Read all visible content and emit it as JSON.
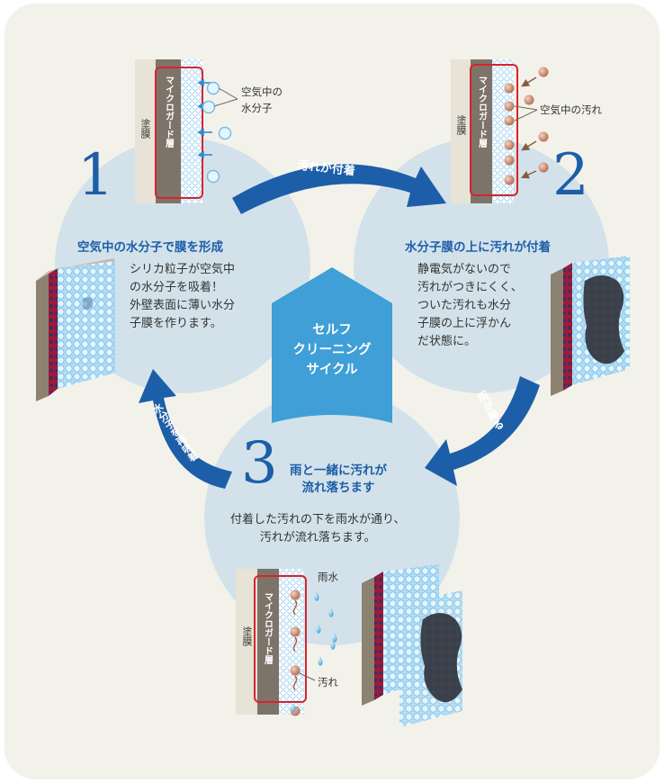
{
  "cycle": {
    "center_label": "セルフ\nクリーニング\nサイクル",
    "arrows": {
      "top": "汚れが付着",
      "right": "雨が降る",
      "left": "水分子を再吸着"
    }
  },
  "steps": [
    {
      "number": "1",
      "title": "空気中の水分子で膜を形成",
      "description": "シリカ粒子が空気中\nの水分子を吸着！\n外壁表面に薄い水分\n子膜を作ります。",
      "layer_labels": {
        "coating": "塗膜",
        "guard": "マイクロガード層"
      },
      "callout": "空気中の\n水分子"
    },
    {
      "number": "2",
      "title": "水分子膜の上に汚れが付着",
      "description": "静電気がないので\n汚れがつきにくく、\nついた汚れも水分\n子膜の上に浮かん\nだ状態に。",
      "layer_labels": {
        "coating": "塗膜",
        "guard": "マイクロガード層"
      },
      "callout": "空気中の汚れ"
    },
    {
      "number": "3",
      "title": "雨と一緒に汚れが\n流れ落ちます",
      "description": "付着した汚れの下を雨水が通り、\n汚れが流れ落ちます。",
      "layer_labels": {
        "coating": "塗膜",
        "guard": "マイクロガード層"
      },
      "callout_rain": "雨水",
      "callout_dirt": "汚れ"
    }
  ],
  "colors": {
    "background": "#f3f2ea",
    "circle": "#d3e2ea",
    "arrow": "#1d5ea8",
    "title": "#1d5ea8",
    "house": "#3f9fd6",
    "guard_outline": "#d6242f",
    "coating": "#7e7369",
    "dirt": "#c8806a"
  }
}
